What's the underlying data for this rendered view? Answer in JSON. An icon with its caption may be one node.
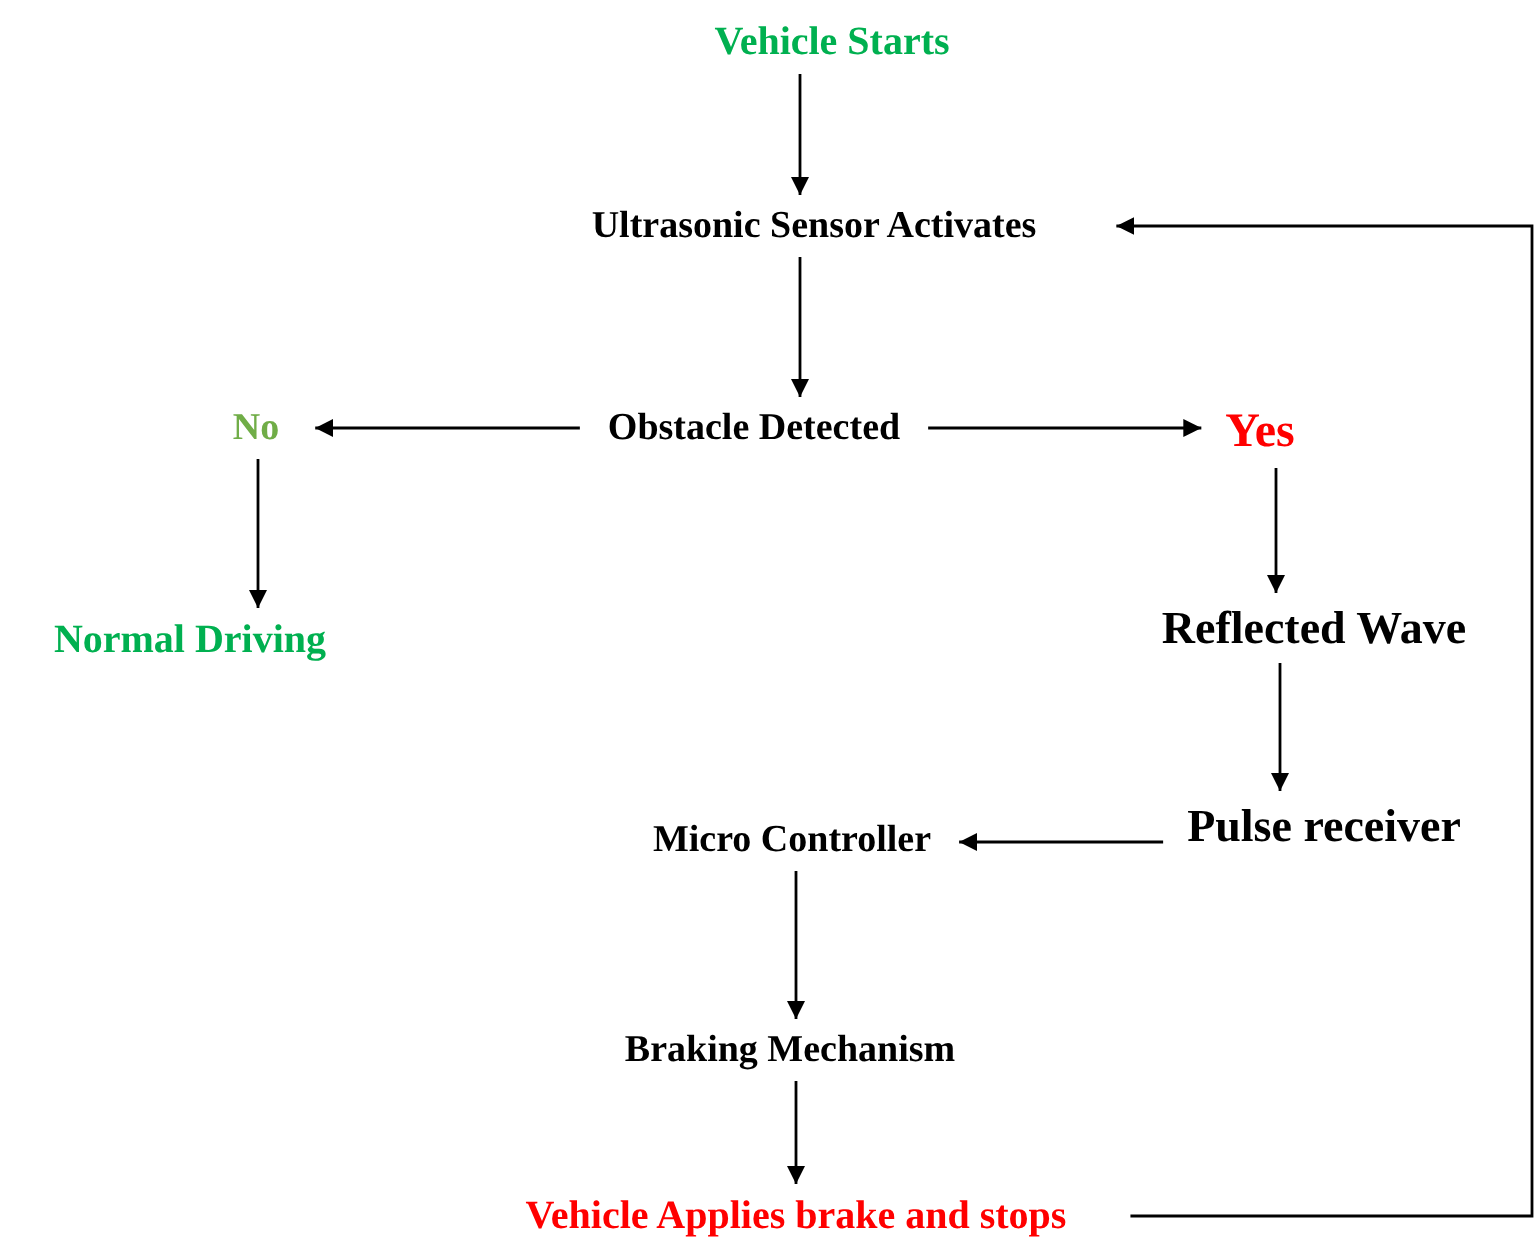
{
  "diagram": {
    "nodes": [
      {
        "text": [
          "Vehicle Starts"
        ]
      },
      {
        "text": [
          "Ultrasonic Sensor Activates"
        ]
      },
      {
        "text": [
          "Obstacle Detected"
        ]
      },
      {
        "text": [
          "No"
        ]
      },
      {
        "text": [
          "Yes"
        ]
      },
      {
        "text": [
          "Normal Driving"
        ]
      },
      {
        "text": [
          "Reflected Wave"
        ]
      },
      {
        "text": [
          "Pulse receiver"
        ]
      },
      {
        "text": [
          "Micro Controller"
        ]
      },
      {
        "text": [
          "Braking Mechanism"
        ]
      },
      {
        "text": [
          "Vehicle Applies brake and stops"
        ]
      }
    ],
    "edges": [
      {
        "from": 0,
        "to": 1,
        "arrow": "to"
      },
      {
        "from": 1,
        "to": 2,
        "arrow": "to"
      },
      {
        "from": 2,
        "to": 3,
        "arrow": "to"
      },
      {
        "from": 2,
        "to": 4,
        "arrow": "to"
      },
      {
        "from": 3,
        "to": 5,
        "arrow": "to"
      },
      {
        "from": 4,
        "to": 6,
        "arrow": "to"
      },
      {
        "from": 6,
        "to": 7,
        "arrow": "to"
      },
      {
        "from": 7,
        "to": 8,
        "arrow": "to"
      },
      {
        "from": 8,
        "to": 9,
        "arrow": "to"
      },
      {
        "from": 9,
        "to": 10,
        "arrow": "to"
      },
      {
        "from": 10,
        "to": 1,
        "arrow": "to"
      }
    ]
  }
}
